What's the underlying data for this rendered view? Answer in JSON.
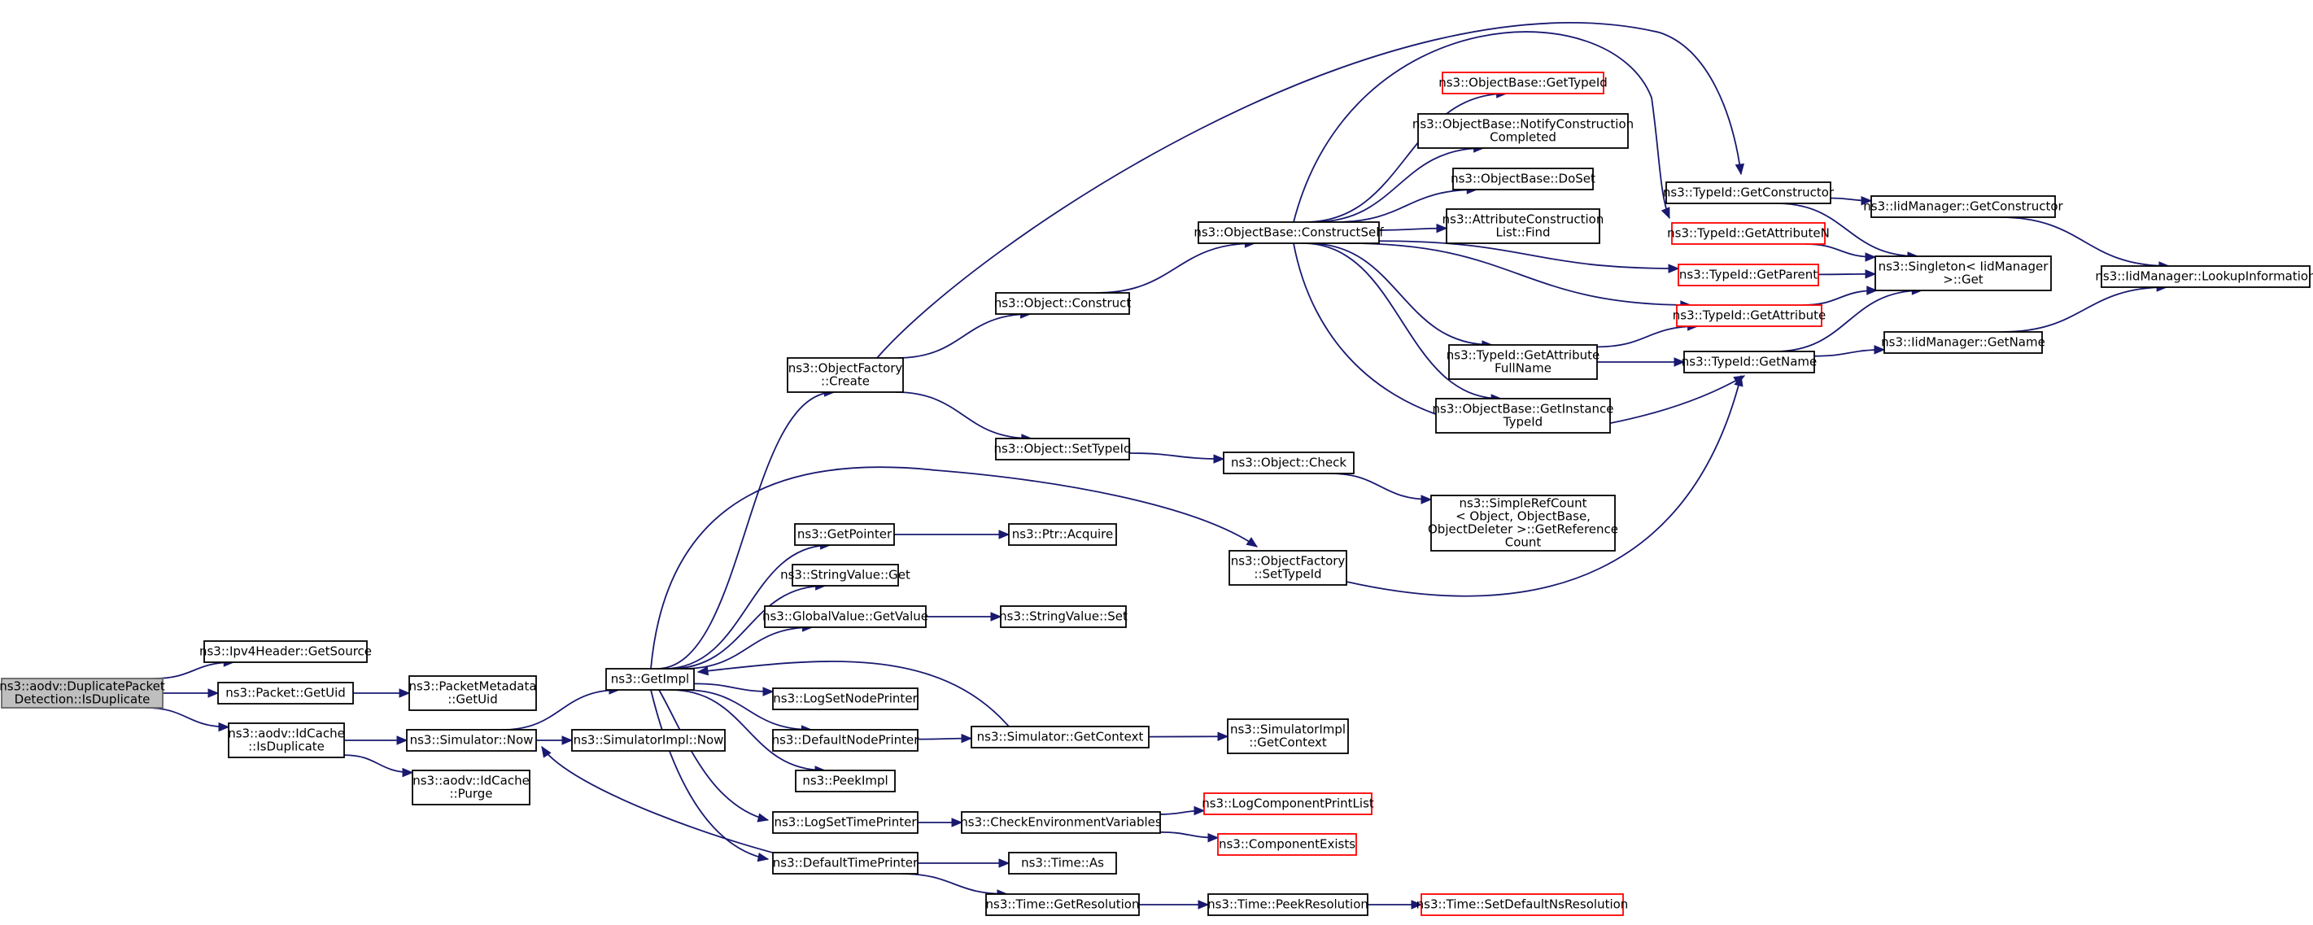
{
  "colors": {
    "edge": "#191970",
    "box_border": "#000000",
    "truncated_border": "#ff0000",
    "root_fill": "#bfbfbf"
  },
  "nodes": {
    "root": {
      "lines": [
        "ns3::aodv::DuplicatePacket",
        "Detection::IsDuplicate"
      ],
      "style": "root"
    },
    "ipv4_getsource": {
      "lines": [
        "ns3::Ipv4Header::GetSource"
      ],
      "style": "normal"
    },
    "packet_getuid": {
      "lines": [
        "ns3::Packet::GetUid"
      ],
      "style": "normal"
    },
    "idcache_isdup": {
      "lines": [
        "ns3::aodv::IdCache",
        "::IsDuplicate"
      ],
      "style": "normal"
    },
    "pm_getuid": {
      "lines": [
        "ns3::PacketMetadata",
        "::GetUid"
      ],
      "style": "normal"
    },
    "sim_now": {
      "lines": [
        "ns3::Simulator::Now"
      ],
      "style": "normal"
    },
    "idcache_purge": {
      "lines": [
        "ns3::aodv::IdCache",
        "::Purge"
      ],
      "style": "normal"
    },
    "getimpl": {
      "lines": [
        "ns3::GetImpl"
      ],
      "style": "normal"
    },
    "simimpl_now": {
      "lines": [
        "ns3::SimulatorImpl::Now"
      ],
      "style": "normal"
    },
    "objfactory_create": {
      "lines": [
        "ns3::ObjectFactory",
        "::Create"
      ],
      "style": "normal"
    },
    "getpointer": {
      "lines": [
        "ns3::GetPointer"
      ],
      "style": "normal"
    },
    "stringvalue_get": {
      "lines": [
        "ns3::StringValue::Get"
      ],
      "style": "normal"
    },
    "globalvalue_getvalue": {
      "lines": [
        "ns3::GlobalValue::GetValue"
      ],
      "style": "normal"
    },
    "logsetnodeprinter": {
      "lines": [
        "ns3::LogSetNodePrinter"
      ],
      "style": "normal"
    },
    "defaultnodeprinter": {
      "lines": [
        "ns3::DefaultNodePrinter"
      ],
      "style": "normal"
    },
    "peekimpl": {
      "lines": [
        "ns3::PeekImpl"
      ],
      "style": "normal"
    },
    "logsettimeprinter": {
      "lines": [
        "ns3::LogSetTimePrinter"
      ],
      "style": "normal"
    },
    "defaulttimeprinter": {
      "lines": [
        "ns3::DefaultTimePrinter"
      ],
      "style": "normal"
    },
    "object_construct": {
      "lines": [
        "ns3::Object::Construct"
      ],
      "style": "normal"
    },
    "object_settypeid": {
      "lines": [
        "ns3::Object::SetTypeId"
      ],
      "style": "normal"
    },
    "ptr_acquire": {
      "lines": [
        "ns3::Ptr::Acquire"
      ],
      "style": "normal"
    },
    "stringvalue_set": {
      "lines": [
        "ns3::StringValue::Set"
      ],
      "style": "normal"
    },
    "sim_getcontext": {
      "lines": [
        "ns3::Simulator::GetContext"
      ],
      "style": "normal"
    },
    "checkenv": {
      "lines": [
        "ns3::CheckEnvironmentVariables"
      ],
      "style": "normal"
    },
    "time_as": {
      "lines": [
        "ns3::Time::As"
      ],
      "style": "normal"
    },
    "time_getresolution": {
      "lines": [
        "ns3::Time::GetResolution"
      ],
      "style": "normal"
    },
    "objbase_constructself": {
      "lines": [
        "ns3::ObjectBase::ConstructSelf"
      ],
      "style": "normal"
    },
    "object_check": {
      "lines": [
        "ns3::Object::Check"
      ],
      "style": "normal"
    },
    "objfactory_settypeid": {
      "lines": [
        "ns3::ObjectFactory",
        "::SetTypeId"
      ],
      "style": "normal"
    },
    "simimpl_getcontext": {
      "lines": [
        "ns3::SimulatorImpl",
        "::GetContext"
      ],
      "style": "normal"
    },
    "logcomponentprintlist": {
      "lines": [
        "ns3::LogComponentPrintList"
      ],
      "style": "red"
    },
    "componentexists": {
      "lines": [
        "ns3::ComponentExists"
      ],
      "style": "red"
    },
    "time_peekresolution": {
      "lines": [
        "ns3::Time::PeekResolution"
      ],
      "style": "normal"
    },
    "objbase_gettypeid": {
      "lines": [
        "ns3::ObjectBase::GetTypeId"
      ],
      "style": "red"
    },
    "objbase_notify": {
      "lines": [
        "ns3::ObjectBase::NotifyConstruction",
        "Completed"
      ],
      "style": "normal"
    },
    "objbase_doset": {
      "lines": [
        "ns3::ObjectBase::DoSet"
      ],
      "style": "normal"
    },
    "attrconstruction_find": {
      "lines": [
        "ns3::AttributeConstruction",
        "List::Find"
      ],
      "style": "normal"
    },
    "typeid_getattributefullname": {
      "lines": [
        "ns3::TypeId::GetAttribute",
        "FullName"
      ],
      "style": "normal"
    },
    "objbase_getinstancetypeid": {
      "lines": [
        "ns3::ObjectBase::GetInstance",
        "TypeId"
      ],
      "style": "normal"
    },
    "simplerefcount": {
      "lines": [
        "ns3::SimpleRefCount",
        "< Object, ObjectBase,",
        " ObjectDeleter >::GetReference",
        "Count"
      ],
      "style": "normal"
    },
    "time_setdefaultns": {
      "lines": [
        "ns3::Time::SetDefaultNsResolution"
      ],
      "style": "red"
    },
    "typeid_getconstructor": {
      "lines": [
        "ns3::TypeId::GetConstructor"
      ],
      "style": "normal"
    },
    "typeid_getattributen": {
      "lines": [
        "ns3::TypeId::GetAttributeN"
      ],
      "style": "red"
    },
    "typeid_getparent": {
      "lines": [
        "ns3::TypeId::GetParent"
      ],
      "style": "red"
    },
    "typeid_getattribute": {
      "lines": [
        "ns3::TypeId::GetAttribute"
      ],
      "style": "red"
    },
    "typeid_getname": {
      "lines": [
        "ns3::TypeId::GetName"
      ],
      "style": "normal"
    },
    "iidmanager_getconstructor": {
      "lines": [
        "ns3::IidManager::GetConstructor"
      ],
      "style": "normal"
    },
    "singleton_get": {
      "lines": [
        "ns3::Singleton< IidManager",
        " >::Get"
      ],
      "style": "normal"
    },
    "iidmanager_getname": {
      "lines": [
        "ns3::IidManager::GetName"
      ],
      "style": "normal"
    },
    "iidmanager_lookup": {
      "lines": [
        "ns3::IidManager::LookupInformation"
      ],
      "style": "normal"
    }
  },
  "edges": [
    [
      "root",
      "ipv4_getsource"
    ],
    [
      "root",
      "packet_getuid"
    ],
    [
      "root",
      "idcache_isdup"
    ],
    [
      "packet_getuid",
      "pm_getuid"
    ],
    [
      "idcache_isdup",
      "sim_now"
    ],
    [
      "idcache_isdup",
      "idcache_purge"
    ],
    [
      "sim_now",
      "getimpl"
    ],
    [
      "sim_now",
      "simimpl_now"
    ],
    [
      "getimpl",
      "objfactory_create"
    ],
    [
      "getimpl",
      "getpointer"
    ],
    [
      "getimpl",
      "stringvalue_get"
    ],
    [
      "getimpl",
      "globalvalue_getvalue"
    ],
    [
      "getimpl",
      "logsetnodeprinter"
    ],
    [
      "getimpl",
      "defaultnodeprinter"
    ],
    [
      "getimpl",
      "peekimpl"
    ],
    [
      "getimpl",
      "logsettimeprinter"
    ],
    [
      "getimpl",
      "defaulttimeprinter"
    ],
    [
      "getimpl",
      "objfactory_settypeid"
    ],
    [
      "objfactory_create",
      "object_construct"
    ],
    [
      "objfactory_create",
      "object_settypeid"
    ],
    [
      "objfactory_create",
      "typeid_getconstructor"
    ],
    [
      "getpointer",
      "ptr_acquire"
    ],
    [
      "globalvalue_getvalue",
      "stringvalue_set"
    ],
    [
      "defaultnodeprinter",
      "sim_getcontext"
    ],
    [
      "logsettimeprinter",
      "checkenv"
    ],
    [
      "defaulttimeprinter",
      "time_as"
    ],
    [
      "defaulttimeprinter",
      "time_getresolution"
    ],
    [
      "defaulttimeprinter",
      "sim_now"
    ],
    [
      "object_construct",
      "objbase_constructself"
    ],
    [
      "object_settypeid",
      "object_check"
    ],
    [
      "sim_getcontext",
      "getimpl"
    ],
    [
      "sim_getcontext",
      "simimpl_getcontext"
    ],
    [
      "checkenv",
      "logcomponentprintlist"
    ],
    [
      "checkenv",
      "componentexists"
    ],
    [
      "time_getresolution",
      "time_peekresolution"
    ],
    [
      "objbase_constructself",
      "objbase_gettypeid"
    ],
    [
      "objbase_constructself",
      "objbase_notify"
    ],
    [
      "objbase_constructself",
      "objbase_doset"
    ],
    [
      "objbase_constructself",
      "attrconstruction_find"
    ],
    [
      "objbase_constructself",
      "typeid_getattributefullname"
    ],
    [
      "objbase_constructself",
      "objbase_getinstancetypeid"
    ],
    [
      "objbase_constructself",
      "typeid_getattributen"
    ],
    [
      "objbase_constructself",
      "typeid_getparent"
    ],
    [
      "objbase_constructself",
      "typeid_getattribute"
    ],
    [
      "objbase_constructself",
      "typeid_getname"
    ],
    [
      "object_check",
      "simplerefcount"
    ],
    [
      "objfactory_settypeid",
      "typeid_getname"
    ],
    [
      "time_peekresolution",
      "time_setdefaultns"
    ],
    [
      "typeid_getattributefullname",
      "typeid_getattribute"
    ],
    [
      "typeid_getattributefullname",
      "typeid_getname"
    ],
    [
      "typeid_getconstructor",
      "iidmanager_getconstructor"
    ],
    [
      "typeid_getconstructor",
      "singleton_get"
    ],
    [
      "typeid_getattributen",
      "singleton_get"
    ],
    [
      "typeid_getparent",
      "singleton_get"
    ],
    [
      "typeid_getattribute",
      "singleton_get"
    ],
    [
      "typeid_getname",
      "singleton_get"
    ],
    [
      "typeid_getname",
      "iidmanager_getname"
    ],
    [
      "iidmanager_getconstructor",
      "iidmanager_lookup"
    ],
    [
      "iidmanager_getname",
      "iidmanager_lookup"
    ]
  ]
}
